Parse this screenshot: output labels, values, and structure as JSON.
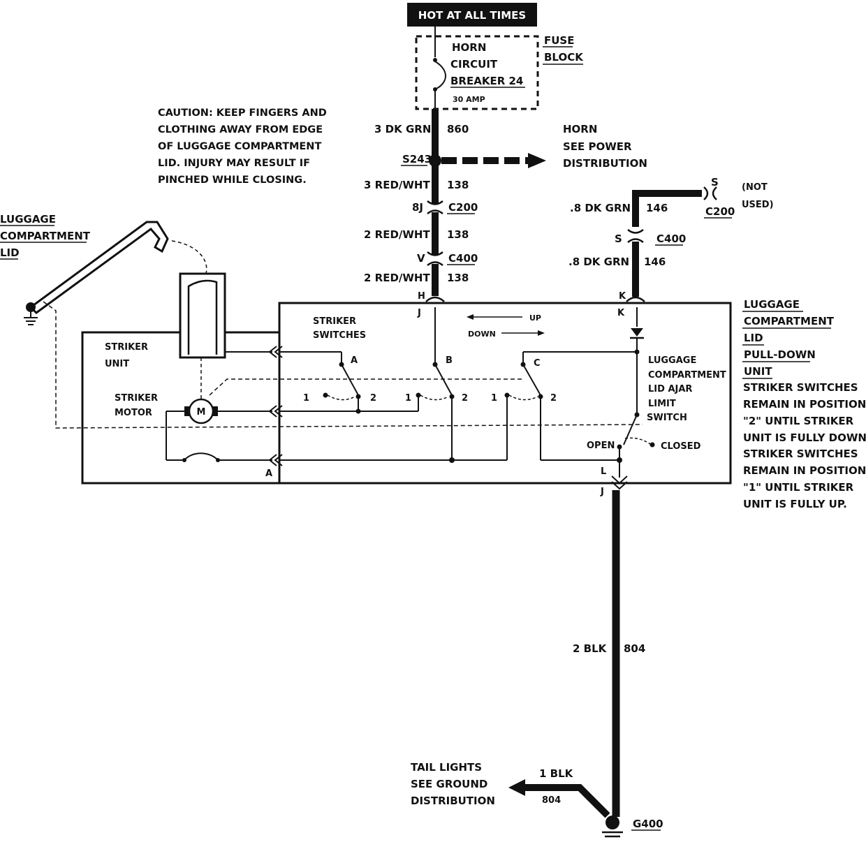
{
  "header": {
    "hot_at_all_times": "HOT AT ALL TIMES"
  },
  "fuse_block": {
    "label_line1": "FUSE",
    "label_line2": "BLOCK",
    "breaker_line1": "HORN",
    "breaker_line2": "CIRCUIT",
    "breaker_line3": "BREAKER 24",
    "rating": "30 AMP"
  },
  "caution": {
    "line1": "CAUTION:  KEEP FINGERS AND",
    "line2": "CLOTHING AWAY FROM EDGE",
    "line3": "OF LUGGAGE COMPARTMENT",
    "line4": "LID.  INJURY MAY RESULT IF",
    "line5": "PINCHED WHILE CLOSING."
  },
  "wires": {
    "w860_gauge": "3 DK GRN",
    "w860_circuit": "860",
    "w138a_gauge": "3 RED/WHT",
    "w138a_circuit": "138",
    "w138b_gauge": "2 RED/WHT",
    "w138b_circuit": "138",
    "w138c_gauge": "2 RED/WHT",
    "w138c_circuit": "138",
    "w146a_gauge": ".8 DK GRN",
    "w146a_circuit": "146",
    "w146b_gauge": ".8 DK GRN",
    "w146b_circuit": "146",
    "w804a_gauge": "2 BLK",
    "w804a_circuit": "804",
    "w804b_gauge": "1 BLK",
    "w804b_circuit": "804"
  },
  "splice": {
    "id": "S243",
    "horn_line1": "HORN",
    "horn_line2": "SEE POWER",
    "horn_line3": "DISTRIBUTION"
  },
  "connectors": {
    "c200_pin_left": "8J",
    "c200_left": "C200",
    "c400_pin_left": "V",
    "c400_left": "C400",
    "pin_h": "H",
    "pin_j_top": "J",
    "pin_k_top": "K",
    "pin_k_inner": "K",
    "c200_pin_right": "S",
    "c200_right": "C200",
    "not_used_line1": "(NOT",
    "not_used_line2": "USED)",
    "c400_pin_right": "S",
    "c400_right": "C400",
    "pin_l": "L",
    "pin_j_bottom": "J",
    "pin_a": "A"
  },
  "luggage_lid": {
    "line1": "LUGGAGE",
    "line2": "COMPARTMENT",
    "line3": "LID"
  },
  "module": {
    "striker_unit_line1": "STRIKER",
    "striker_unit_line2": "UNIT",
    "striker_motor_line1": "STRIKER",
    "striker_motor_line2": "MOTOR",
    "motor_symbol": "M",
    "striker_switches_line1": "STRIKER",
    "striker_switches_line2": "SWITCHES",
    "dir_up": "UP",
    "dir_down": "DOWN",
    "switch_a": "A",
    "switch_b": "B",
    "switch_c": "C",
    "pos_1": "1",
    "pos_2": "2",
    "ajar_line1": "LUGGAGE",
    "ajar_line2": "COMPARTMENT",
    "ajar_line3": "LID AJAR",
    "ajar_line4": "LIMIT",
    "ajar_line5": "SWITCH",
    "open": "OPEN",
    "closed": "CLOSED"
  },
  "unit_label": {
    "line1": "LUGGAGE",
    "line2": "COMPARTMENT",
    "line3": "LID",
    "line4": "PULL-DOWN",
    "line5": "UNIT"
  },
  "notes": {
    "line1": "STRIKER SWITCHES",
    "line2": "REMAIN IN POSITION",
    "line3": "\"2\" UNTIL STRIKER",
    "line4": "UNIT IS FULLY DOWN.",
    "line5": "STRIKER SWITCHES",
    "line6": "REMAIN IN POSITION",
    "line7": "\"1\" UNTIL STRIKER",
    "line8": "UNIT IS FULLY UP."
  },
  "ground": {
    "tail_line1": "TAIL LIGHTS",
    "tail_line2": "SEE GROUND",
    "tail_line3": "DISTRIBUTION",
    "g400": "G400"
  }
}
